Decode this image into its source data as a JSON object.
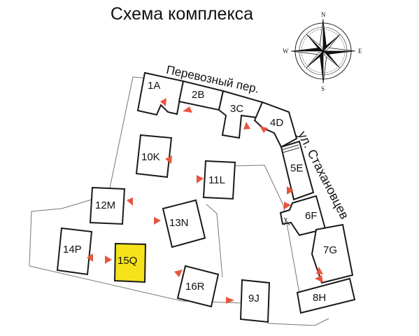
{
  "title": "Схема комплекса",
  "streets": {
    "north": "Перевозный пер.",
    "east": "ул. Стахановцев"
  },
  "compass": {
    "n": "N",
    "s": "S",
    "e": "E",
    "w": "W"
  },
  "colors": {
    "highlight": "#f5e21b",
    "entrance_arrow": "#e8553e",
    "building_stroke": "#1a1a1a",
    "boundary_stroke": "#777777"
  },
  "buildings": [
    {
      "id": "1A",
      "label": "1A",
      "highlighted": false
    },
    {
      "id": "2B",
      "label": "2B",
      "highlighted": false
    },
    {
      "id": "3C",
      "label": "3C",
      "highlighted": false
    },
    {
      "id": "4D",
      "label": "4D",
      "highlighted": false
    },
    {
      "id": "5E",
      "label": "5E",
      "highlighted": false
    },
    {
      "id": "6F",
      "label": "6F",
      "highlighted": false
    },
    {
      "id": "7G",
      "label": "7G",
      "highlighted": false
    },
    {
      "id": "8H",
      "label": "8H",
      "highlighted": false
    },
    {
      "id": "9J",
      "label": "9J",
      "highlighted": false
    },
    {
      "id": "10K",
      "label": "10K",
      "highlighted": false
    },
    {
      "id": "11L",
      "label": "11L",
      "highlighted": false
    },
    {
      "id": "12M",
      "label": "12M",
      "highlighted": false
    },
    {
      "id": "13N",
      "label": "13N",
      "highlighted": false
    },
    {
      "id": "14P",
      "label": "14P",
      "highlighted": false
    },
    {
      "id": "15Q",
      "label": "15Q",
      "highlighted": true
    },
    {
      "id": "16R",
      "label": "16R",
      "highlighted": false
    }
  ]
}
